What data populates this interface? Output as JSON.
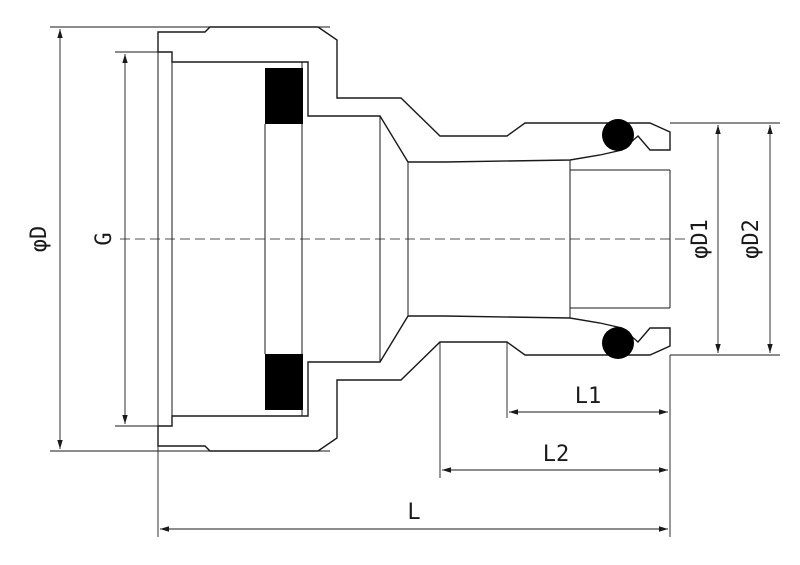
{
  "labels": {
    "outer_diameter": "φD",
    "thread": "G",
    "diameter_1": "φD1",
    "diameter_2": "φD2",
    "length_1": "L1",
    "length_2": "L2",
    "length_total": "L"
  },
  "colors": {
    "line": "#1a1a1a",
    "seal": "#000000",
    "background": "#ffffff"
  }
}
